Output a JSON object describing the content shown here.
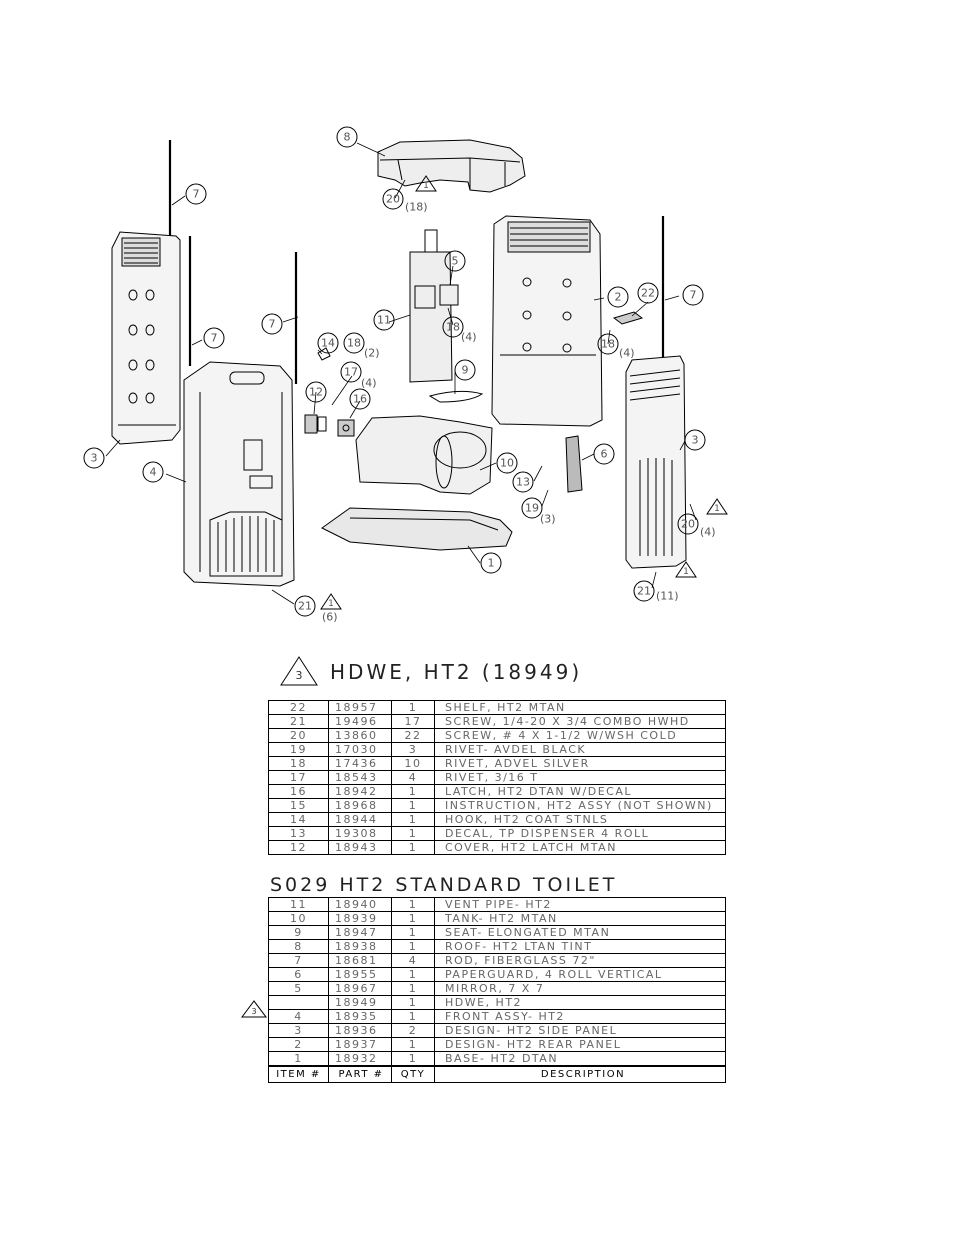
{
  "callouts": [
    {
      "id": "c8",
      "label": "8"
    },
    {
      "id": "c7a",
      "label": "7"
    },
    {
      "id": "c20a",
      "label": "20"
    },
    {
      "id": "c1a",
      "label": "1"
    },
    {
      "id": "c5",
      "label": "5"
    },
    {
      "id": "c11",
      "label": "11"
    },
    {
      "id": "c18a",
      "label": "18"
    },
    {
      "id": "c2",
      "label": "2"
    },
    {
      "id": "c22",
      "label": "22"
    },
    {
      "id": "c7b",
      "label": "7"
    },
    {
      "id": "c7c",
      "label": "7"
    },
    {
      "id": "c7d",
      "label": "7"
    },
    {
      "id": "c14",
      "label": "14"
    },
    {
      "id": "c18b",
      "label": "18"
    },
    {
      "id": "c12",
      "label": "12"
    },
    {
      "id": "c17",
      "label": "17"
    },
    {
      "id": "c16",
      "label": "16"
    },
    {
      "id": "c9",
      "label": "9"
    },
    {
      "id": "c18c",
      "label": "18"
    },
    {
      "id": "c3a",
      "label": "3"
    },
    {
      "id": "c4",
      "label": "4"
    },
    {
      "id": "c10",
      "label": "10"
    },
    {
      "id": "c6",
      "label": "6"
    },
    {
      "id": "c13",
      "label": "13"
    },
    {
      "id": "c19",
      "label": "19"
    },
    {
      "id": "c1b",
      "label": "1"
    },
    {
      "id": "c3b",
      "label": "3"
    },
    {
      "id": "c20b",
      "label": "20"
    },
    {
      "id": "c21a",
      "label": "21"
    },
    {
      "id": "c21b",
      "label": "21"
    }
  ],
  "quantities": {
    "q20a": "(18)",
    "q18a": "(4)",
    "q18b": "(2)",
    "q17": "(4)",
    "q18c": "(4)",
    "q19": "(3)",
    "q20b": "(4)",
    "q21a": "(11)",
    "q21b": "(6)"
  },
  "revision_marks": {
    "main": "3",
    "tri_small": "1"
  },
  "hardware_header": {
    "rev": "3",
    "title": "HDWE, HT2 (18949)"
  },
  "hardware_rows": [
    {
      "item": "22",
      "part": "18957",
      "qty": "1",
      "desc": "SHELF, HT2 MTAN"
    },
    {
      "item": "21",
      "part": "19496",
      "qty": "17",
      "desc": "SCREW, 1/4-20 X 3/4 COMBO HWHD"
    },
    {
      "item": "20",
      "part": "13860",
      "qty": "22",
      "desc": "SCREW, # 4 X 1-1/2 W/WSH COLD"
    },
    {
      "item": "19",
      "part": "17030",
      "qty": "3",
      "desc": "RIVET- AVDEL BLACK"
    },
    {
      "item": "18",
      "part": "17436",
      "qty": "10",
      "desc": "RIVET, ADVEL SILVER"
    },
    {
      "item": "17",
      "part": "18543",
      "qty": "4",
      "desc": "RIVET, 3/16 T"
    },
    {
      "item": "16",
      "part": "18942",
      "qty": "1",
      "desc": "LATCH, HT2 DTAN W/DECAL"
    },
    {
      "item": "15",
      "part": "18968",
      "qty": "1",
      "desc": "INSTRUCTION, HT2 ASSY (NOT SHOWN)"
    },
    {
      "item": "14",
      "part": "18944",
      "qty": "1",
      "desc": "HOOK, HT2 COAT STNLS"
    },
    {
      "item": "13",
      "part": "19308",
      "qty": "1",
      "desc": "DECAL, TP DISPENSER 4 ROLL"
    },
    {
      "item": "12",
      "part": "18943",
      "qty": "1",
      "desc": "COVER, HT2 LATCH MTAN"
    }
  ],
  "standard_header": {
    "title": "S029 HT2 STANDARD TOILET"
  },
  "standard_rows": [
    {
      "item": "11",
      "part": "18940",
      "qty": "1",
      "desc": "VENT PIPE- HT2"
    },
    {
      "item": "10",
      "part": "18939",
      "qty": "1",
      "desc": "TANK- HT2 MTAN"
    },
    {
      "item": "9",
      "part": "18947",
      "qty": "1",
      "desc": "SEAT- ELONGATED MTAN"
    },
    {
      "item": "8",
      "part": "18938",
      "qty": "1",
      "desc": "ROOF- HT2 LTAN TINT"
    },
    {
      "item": "7",
      "part": "18681",
      "qty": "4",
      "desc": "ROD, FIBERGLASS 72\""
    },
    {
      "item": "6",
      "part": "18955",
      "qty": "1",
      "desc": "PAPERGUARD, 4 ROLL VERTICAL"
    },
    {
      "item": "5",
      "part": "18967",
      "qty": "1",
      "desc": "MIRROR, 7 X 7"
    },
    {
      "item": "",
      "part": "18949",
      "qty": "1",
      "desc": "HDWE, HT2"
    },
    {
      "item": "4",
      "part": "18935",
      "qty": "1",
      "desc": "FRONT ASSY- HT2"
    },
    {
      "item": "3",
      "part": "18936",
      "qty": "2",
      "desc": "DESIGN- HT2 SIDE PANEL"
    },
    {
      "item": "2",
      "part": "18937",
      "qty": "1",
      "desc": "DESIGN- HT2 REAR PANEL"
    },
    {
      "item": "1",
      "part": "18932",
      "qty": "1",
      "desc": "BASE- HT2 DTAN"
    }
  ],
  "columns": {
    "item": "ITEM #",
    "part": "PART #",
    "qty": "QTY",
    "desc": "DESCRIPTION"
  }
}
